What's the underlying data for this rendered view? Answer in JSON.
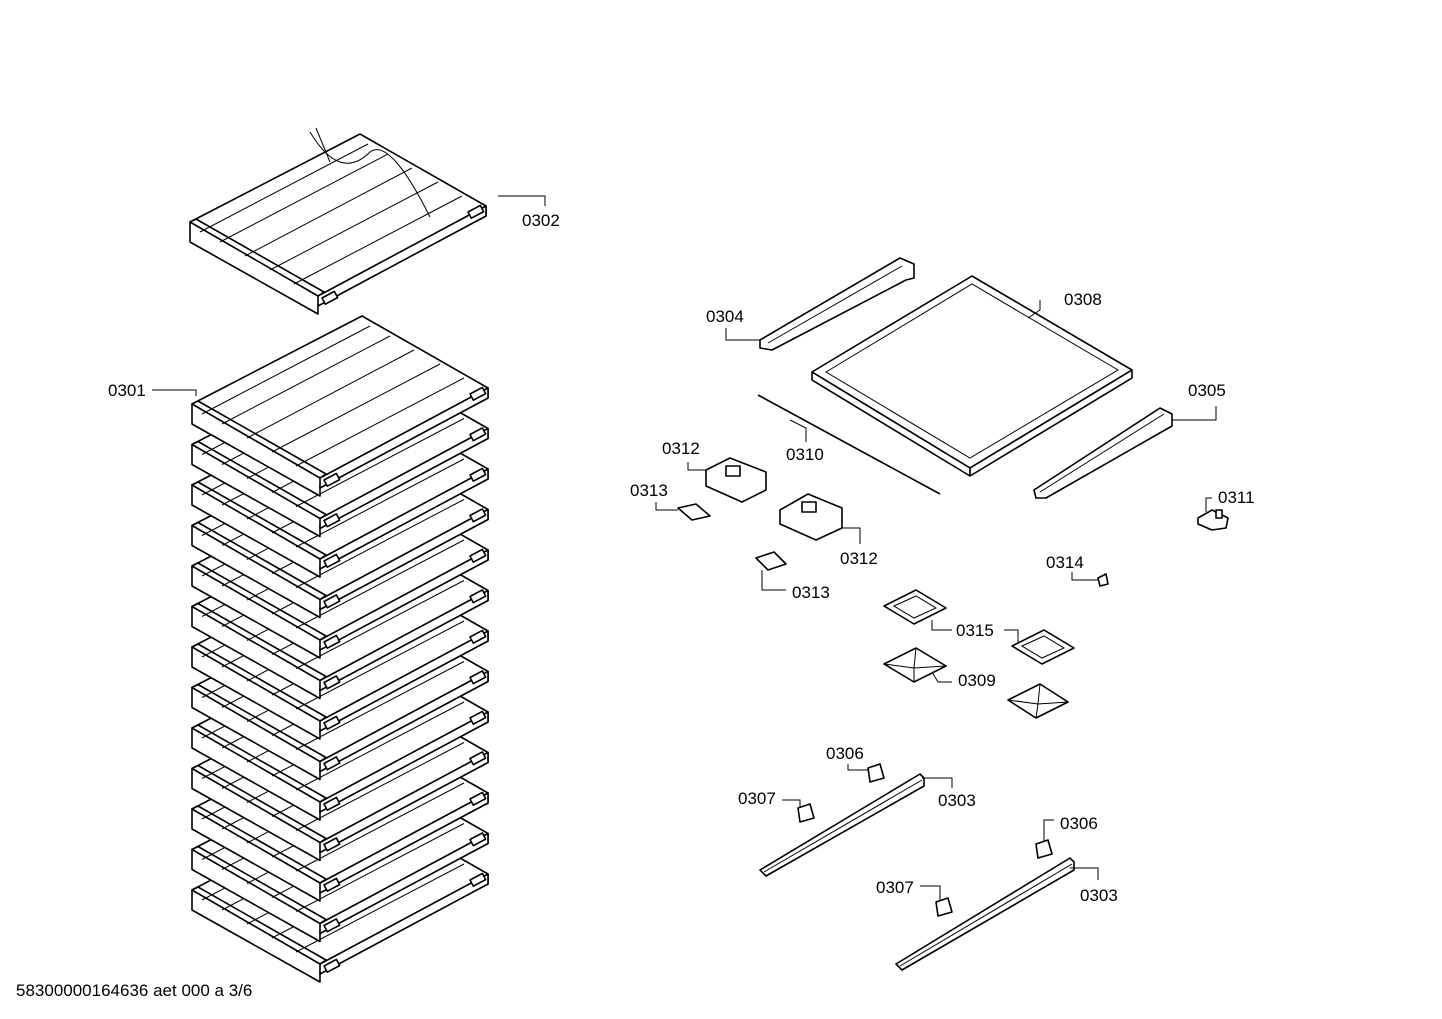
{
  "labels": {
    "l0301": "0301",
    "l0302": "0302",
    "l0303a": "0303",
    "l0303b": "0303",
    "l0304": "0304",
    "l0305": "0305",
    "l0306a": "0306",
    "l0306b": "0306",
    "l0307a": "0307",
    "l0307b": "0307",
    "l0308": "0308",
    "l0309": "0309",
    "l0310": "0310",
    "l0311": "0311",
    "l0312a": "0312",
    "l0312b": "0312",
    "l0313a": "0313",
    "l0313b": "0313",
    "l0314": "0314",
    "l0315": "0315"
  },
  "footer": {
    "doc_id": "58300000164636 aet 000 a 3/6"
  },
  "shelf_stack": {
    "count": 13
  }
}
